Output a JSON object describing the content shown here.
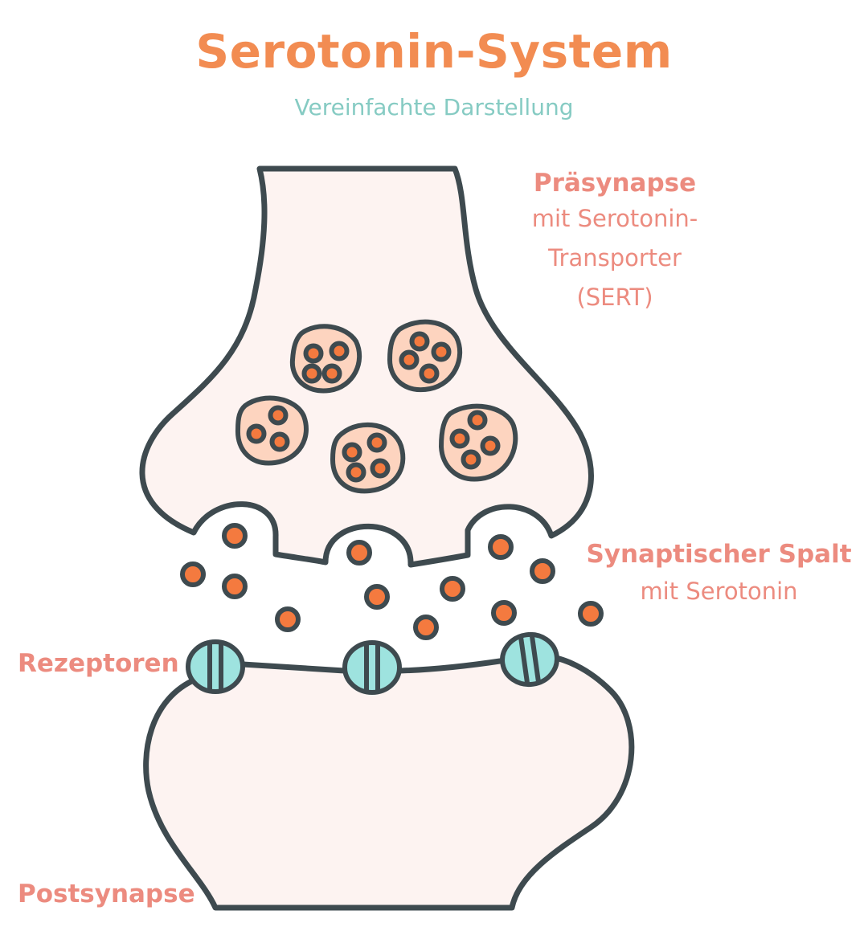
{
  "title": "Serotonin-System",
  "subtitle": "Vereinfachte Darstellung",
  "labels": {
    "presynapse": {
      "title": "Präsynapse",
      "lines": [
        "mit Serotonin-",
        "Transporter",
        "(SERT)"
      ]
    },
    "cleft": {
      "title": "Synaptischer Spalt",
      "lines": [
        "mit Serotonin"
      ]
    },
    "receptors": {
      "title": "Rezeptoren"
    },
    "postsynapse": {
      "title": "Postsynapse"
    }
  },
  "colors": {
    "title": "#f28c52",
    "subtitle": "#86cbc3",
    "label": "#ec8b7f",
    "outline": "#3e4a4f",
    "membrane_fill": "#fdf3f1",
    "vesicle_fill": "#fdd4bf",
    "serotonin": "#f47a3f",
    "receptor": "#9ee3df"
  }
}
